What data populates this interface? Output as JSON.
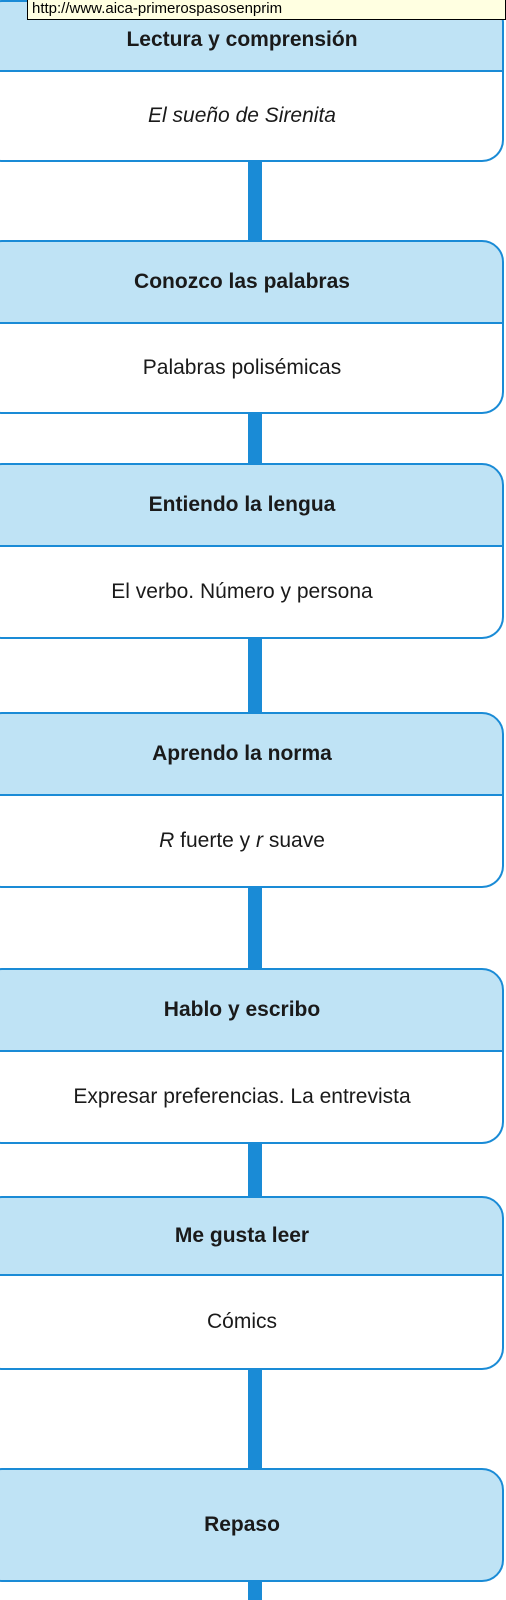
{
  "tooltip": {
    "url": "http://www.aica-primerospasosenprim"
  },
  "sections": [
    {
      "header": "Lectura y comprensión",
      "content": "",
      "content_html_italic": "El sueño de Sirenita"
    },
    {
      "header": "Conozco las palabras",
      "content": "Palabras polisémicas"
    },
    {
      "header": "Entiendo la lengua",
      "content": "El verbo. Número y persona"
    },
    {
      "header": "Aprendo la norma",
      "content_parts": [
        {
          "text": "R",
          "italic": true
        },
        {
          "text": " fuerte y ",
          "italic": false
        },
        {
          "text": "r",
          "italic": true
        },
        {
          "text": " suave",
          "italic": false
        }
      ]
    },
    {
      "header": "Hablo y escribo",
      "content": "Expresar preferencias. La entrevista"
    },
    {
      "header": "Me gusta leer",
      "content": "Cómics"
    },
    {
      "header": "Repaso",
      "content": ""
    }
  ],
  "colors": {
    "accent": "#1a8bd6",
    "header_fill": "#bfe3f5"
  }
}
